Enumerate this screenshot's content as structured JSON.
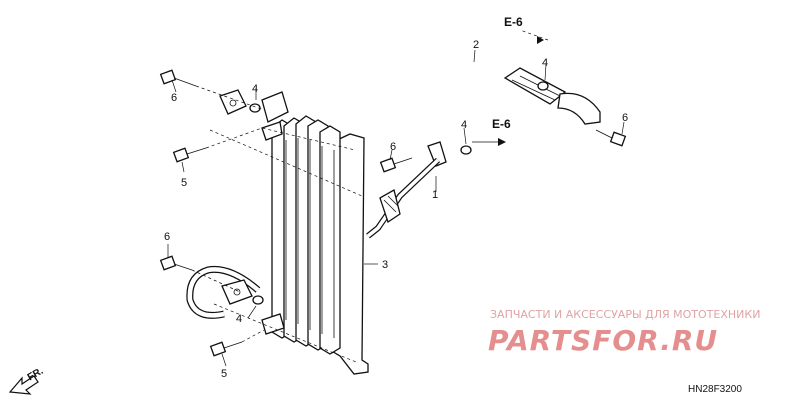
{
  "callouts": {
    "c1": "1",
    "c2": "2",
    "c3": "3",
    "c4a": "4",
    "c4b": "4",
    "c4c": "4",
    "c4d": "4",
    "c5a": "5",
    "c5b": "5",
    "c6a": "6",
    "c6b": "6",
    "c6c": "6",
    "c6d": "6"
  },
  "refs": {
    "top": "E-6",
    "mid": "E-6"
  },
  "front_label": "FR.",
  "diagram_code": "HN28F3200",
  "watermark": {
    "subtitle": "ЗАПЧАСТИ И АКСЕССУАРЫ ДЛЯ МОТОТЕХНИКИ",
    "brand": "PARTSFOR.RU"
  }
}
